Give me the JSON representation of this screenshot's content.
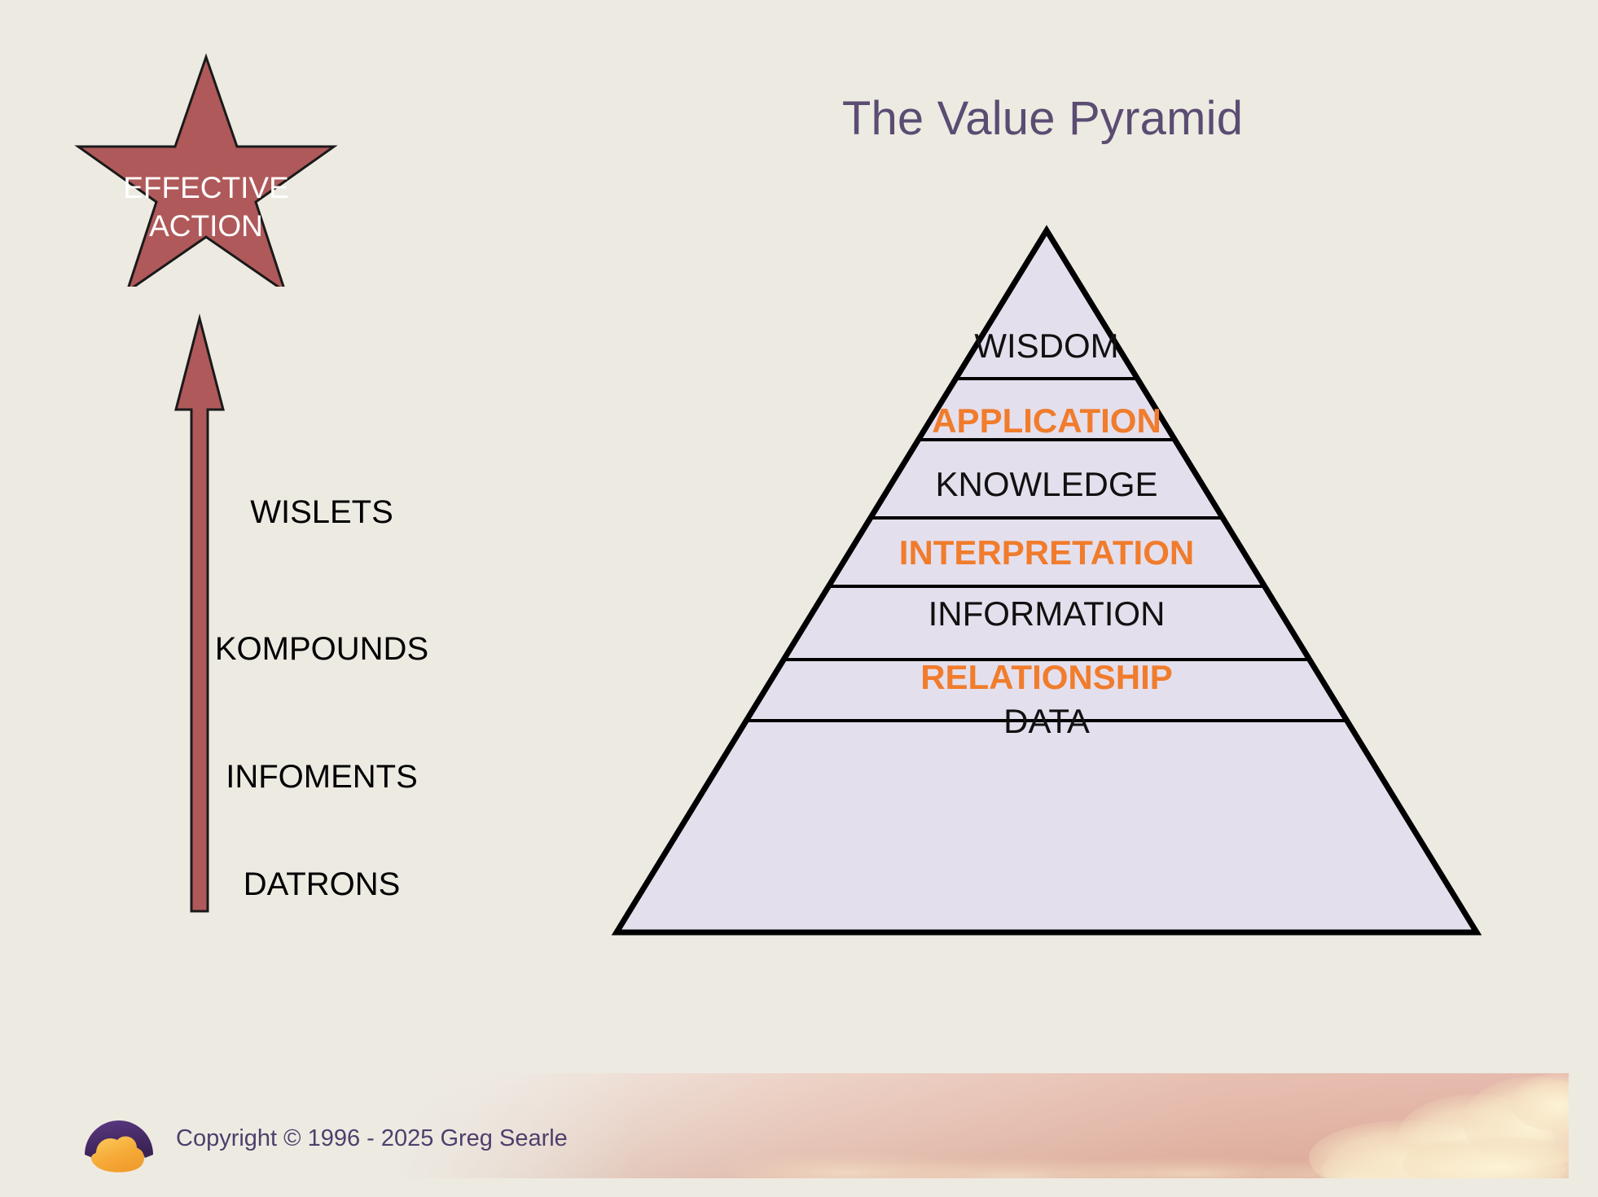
{
  "slide": {
    "title": "The Value Pyramid",
    "background_color": "#edeae2",
    "title_color": "#5b4c72"
  },
  "star": {
    "label": "EFFECTIVE\nACTION",
    "fill_color": "#b0595a",
    "outline_color": "#1a1a1a",
    "text_color": "#ffffff"
  },
  "arrow": {
    "name": "upward-progression-arrow",
    "fill_color": "#b0595a",
    "outline_color": "#1a1a1a"
  },
  "stages": [
    {
      "label": "DATRONS"
    },
    {
      "label": "INFOMENTS"
    },
    {
      "label": "KOMPOUNDS"
    },
    {
      "label": "WISLETS"
    }
  ],
  "pyramid": {
    "fill_color": "#e4dfed",
    "outline_color": "#000000",
    "accent_color": "#f07c2c",
    "plain_color": "#111111",
    "bands": [
      {
        "label": "WISDOM",
        "style": "plain"
      },
      {
        "label": "APPLICATION",
        "style": "accent"
      },
      {
        "label": "KNOWLEDGE",
        "style": "plain"
      },
      {
        "label": "INTERPRETATION",
        "style": "accent"
      },
      {
        "label": "INFORMATION",
        "style": "plain"
      },
      {
        "label": "RELATIONSHIP",
        "style": "accent"
      },
      {
        "label": "DATA",
        "style": "plain"
      }
    ]
  },
  "footer": {
    "copyright": "Copyright © 1996 - 2025 Greg Searle",
    "copyright_color": "#4e3f6b",
    "logo_name": "sunrise-dome-logo",
    "logo_dome_color": "#4b2f6e",
    "logo_sun_color": "#f5a93c",
    "sky_band_name": "cloud-sky-banner"
  }
}
